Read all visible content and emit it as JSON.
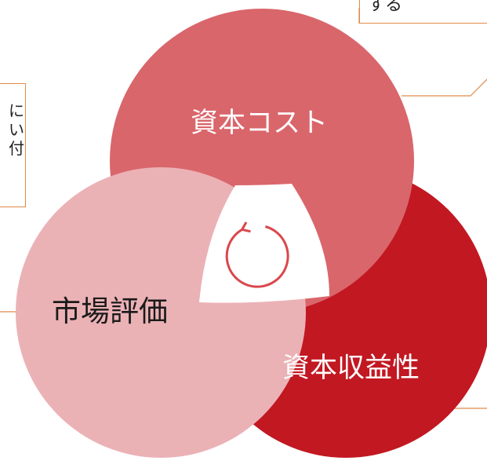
{
  "diagram": {
    "circles": [
      {
        "id": "cost",
        "label": "資本コスト",
        "color": "#d9666b"
      },
      {
        "id": "market",
        "label": "市場評価",
        "color": "#ebb2b6"
      },
      {
        "id": "return",
        "label": "資本収益性",
        "color": "#c21822"
      }
    ],
    "center_icon": "cycle-arrow-icon",
    "center_icon_color": "#d9474c",
    "connector_color": "#e08a4a"
  },
  "callouts": {
    "top_right_text": "する",
    "left_lines": [
      "に",
      "い",
      "付"
    ]
  }
}
